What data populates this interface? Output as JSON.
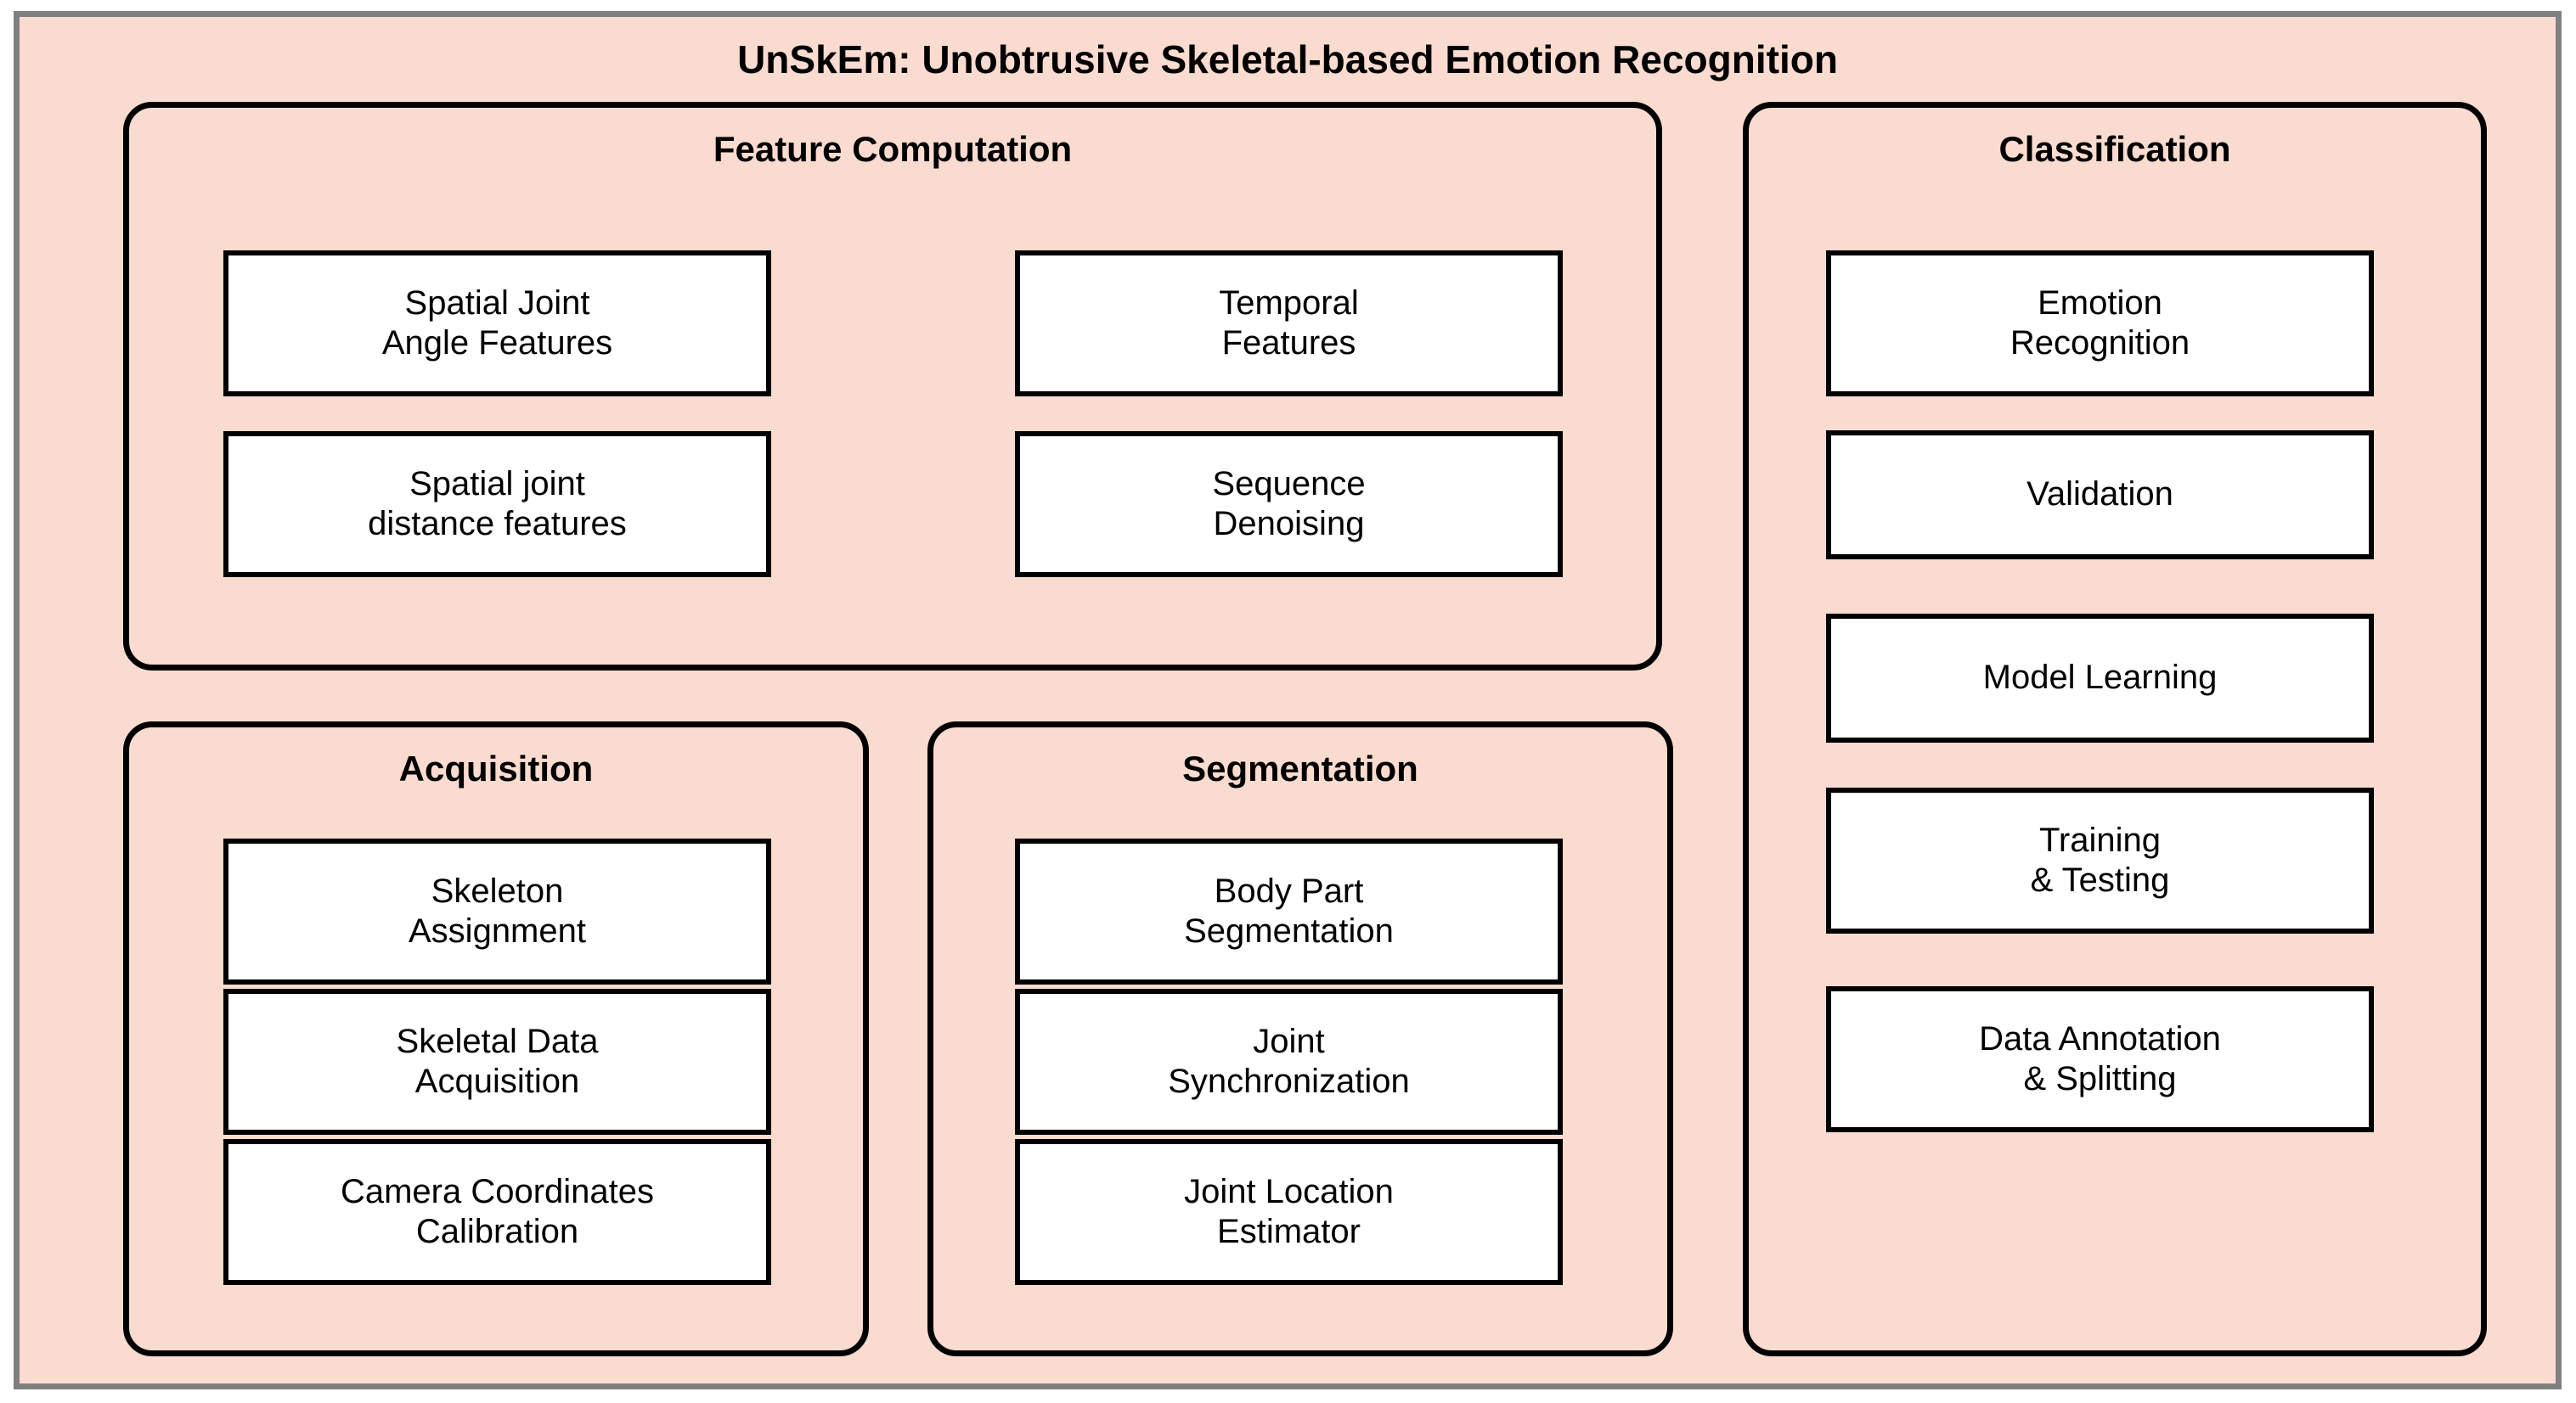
{
  "diagram": {
    "title": "UnSkEm: Unobtrusive Skeletal-based Emotion Recognition",
    "background_color": "#FADBD0",
    "frame_color": "#808080",
    "box_fill_color": "#FFFFFF",
    "box_border_color": "#000000",
    "groups": [
      {
        "id": "feature-computation",
        "title": "Feature Computation",
        "columns": [
          {
            "id": "feature-computation-left",
            "items": [
              {
                "label": "Spatial Joint\nAngle Features"
              },
              {
                "label": "Spatial joint\ndistance features"
              }
            ]
          },
          {
            "id": "feature-computation-right",
            "items": [
              {
                "label": "Temporal\nFeatures"
              },
              {
                "label": "Sequence\nDenoising"
              }
            ]
          }
        ]
      },
      {
        "id": "classification",
        "title": "Classification",
        "columns": [
          {
            "id": "classification-main",
            "items": [
              {
                "label": "Emotion\nRecognition"
              },
              {
                "label": "Validation"
              },
              {
                "label": "Model Learning"
              },
              {
                "label": "Training\n& Testing"
              },
              {
                "label": "Data Annotation\n& Splitting"
              }
            ]
          }
        ]
      },
      {
        "id": "acquisition",
        "title": "Acquisition",
        "columns": [
          {
            "id": "acquisition-main",
            "items": [
              {
                "label": "Skeleton\nAssignment"
              },
              {
                "label": "Skeletal Data\nAcquisition"
              },
              {
                "label": "Camera Coordinates\nCalibration"
              }
            ]
          }
        ]
      },
      {
        "id": "segmentation",
        "title": "Segmentation",
        "columns": [
          {
            "id": "segmentation-main",
            "items": [
              {
                "label": "Body Part\nSegmentation"
              },
              {
                "label": "Joint\nSynchronization"
              },
              {
                "label": "Joint Location\nEstimator"
              }
            ]
          }
        ]
      }
    ]
  }
}
